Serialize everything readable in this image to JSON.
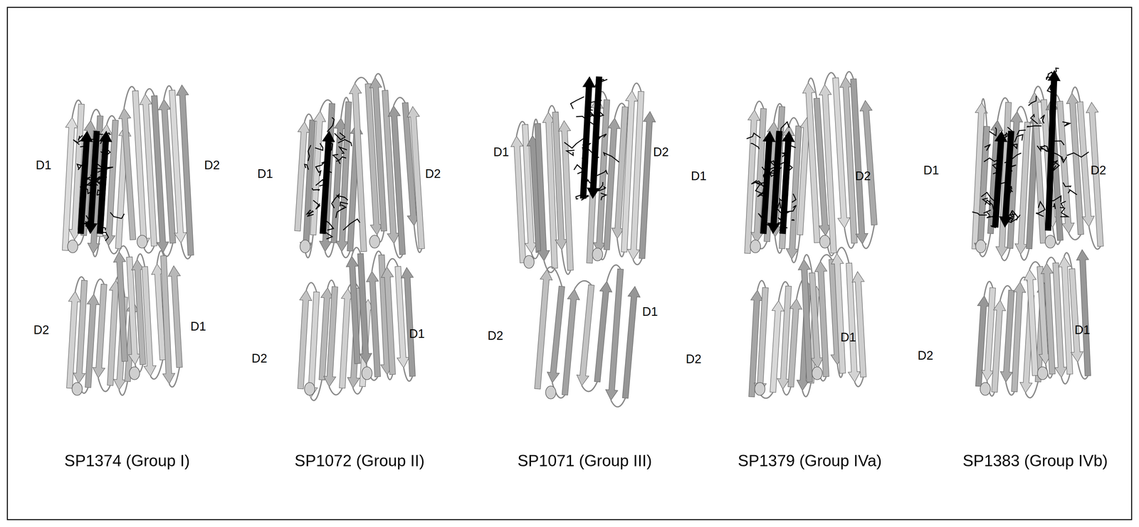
{
  "diagram": {
    "labels": [
      "D1",
      "D2",
      "D2",
      "D1",
      "SP1374 (Group I)",
      "D1",
      "D2",
      "D2",
      "D1",
      "SP1072 (Group II)",
      "D1",
      "D2",
      "D1",
      "D2",
      "SP1071 (Group III)",
      "D1",
      "D2",
      "D2",
      "D1",
      "SP1379 (Group IVa)",
      "D1",
      "D2",
      "D2",
      "D1",
      "SP1383 (Group IVb)"
    ]
  }
}
